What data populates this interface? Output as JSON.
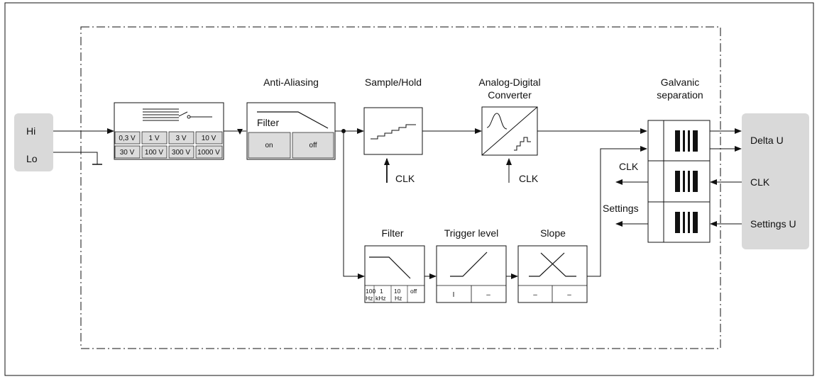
{
  "inputs": {
    "hi": "Hi",
    "lo": "Lo"
  },
  "range_selector": {
    "row1": [
      "0,3 V",
      "1 V",
      "3 V",
      "10 V"
    ],
    "row2": [
      "30 V",
      "100 V",
      "300 V",
      "1000 V"
    ]
  },
  "anti_aliasing": {
    "title": "Anti-Aliasing",
    "filter_label": "Filter",
    "on_label": "on",
    "off_label": "off"
  },
  "sample_hold": {
    "title": "Sample/Hold",
    "clk": "CLK"
  },
  "adc": {
    "title_line1": "Analog-Digital",
    "title_line2": "Converter",
    "clk": "CLK"
  },
  "galvanic": {
    "title_line1": "Galvanic",
    "title_line2": "separation"
  },
  "side_labels": {
    "clk": "CLK",
    "settings": "Settings"
  },
  "outputs": {
    "delta_u": "Delta U",
    "clk": "CLK",
    "settings_u": "Settings U"
  },
  "trigger_filter": {
    "title": "Filter",
    "options": [
      {
        "top": "100",
        "bottom": "Hz"
      },
      {
        "top": "1",
        "bottom": "kHz"
      },
      {
        "top": "10",
        "bottom": "Hz"
      },
      {
        "top": "off",
        "bottom": ""
      }
    ]
  },
  "trigger_level": {
    "title": "Trigger level",
    "btn1": "I",
    "btn2": "–"
  },
  "slope": {
    "title": "Slope",
    "btn1": "–",
    "btn2": "–"
  },
  "colors": {
    "panel": "#d9d9d9",
    "line": "#111111",
    "key": "#dcdcdc"
  }
}
